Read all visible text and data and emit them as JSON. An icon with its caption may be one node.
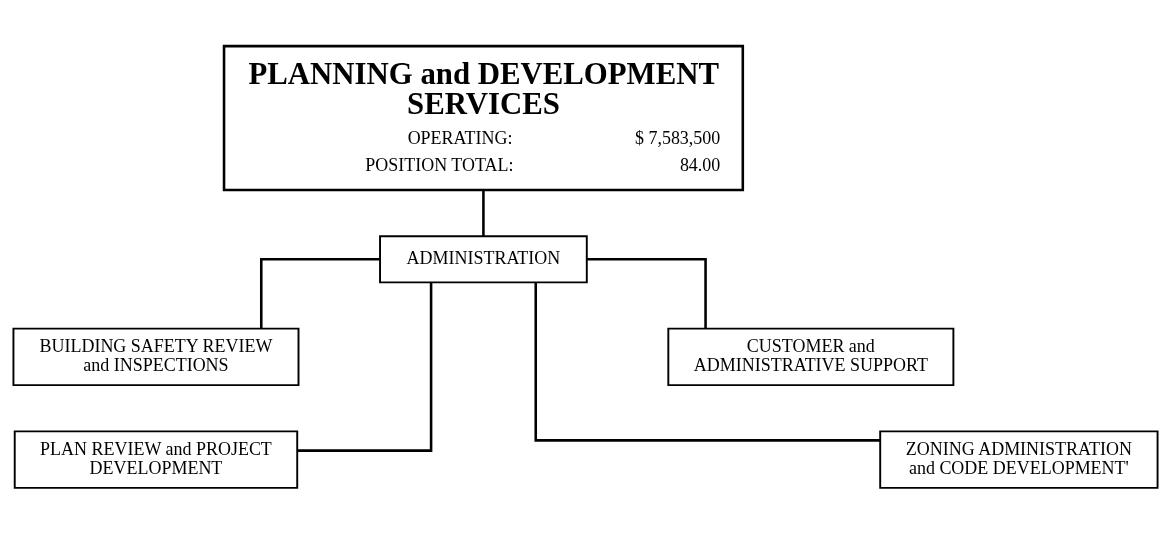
{
  "diagram": {
    "nodes": [
      {
        "text": [
          "PLANNING and DEVELOPMENT SERVICES",
          "OPERATING:",
          "$ 7,583,500",
          "POSITION TOTAL:",
          "84.00"
        ]
      },
      {
        "text": [
          "ADMINISTRATION"
        ]
      },
      {
        "text": [
          "BUILDING SAFETY REVIEW and INSPECTIONS"
        ]
      },
      {
        "text": [
          "CUSTOMER and ADMINISTRATIVE SUPPORT"
        ]
      },
      {
        "text": [
          "PLAN REVIEW and PROJECT DEVELOPMENT"
        ]
      },
      {
        "text": [
          "ZONING ADMINISTRATION and CODE DEVELOPMENT'"
        ]
      }
    ],
    "edges": [
      {
        "from": 0,
        "to": 1,
        "arrow": "none"
      },
      {
        "from": 1,
        "to": 2,
        "arrow": "none"
      },
      {
        "from": 1,
        "to": 3,
        "arrow": "none"
      },
      {
        "from": 1,
        "to": 4,
        "arrow": "none"
      },
      {
        "from": 1,
        "to": 5,
        "arrow": "none"
      }
    ]
  }
}
